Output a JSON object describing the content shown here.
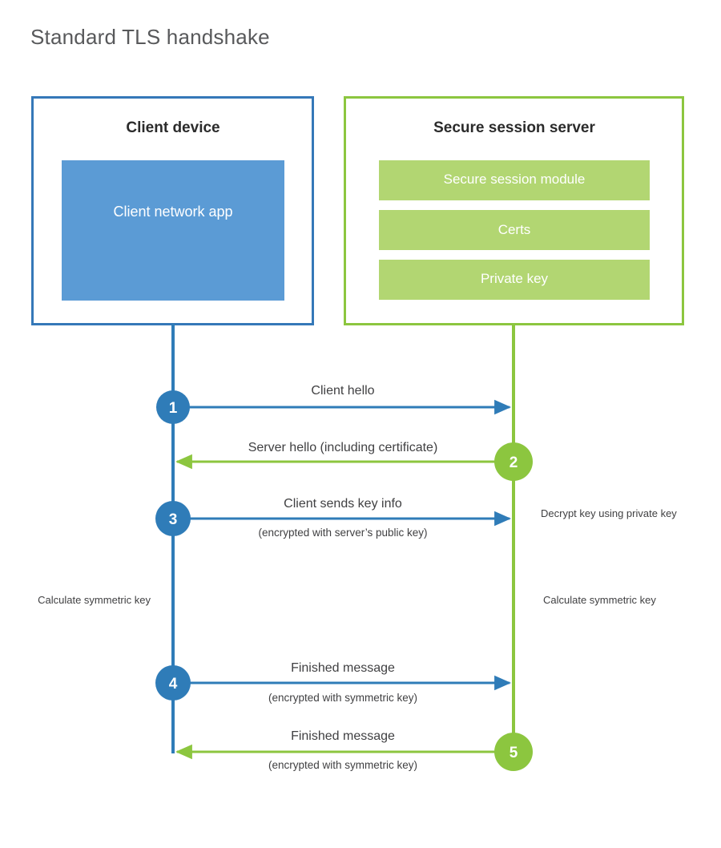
{
  "title": "Standard TLS handshake",
  "colors": {
    "client_border": "#3578b8",
    "client_fill": "#5b9bd5",
    "client_line": "#2f7cb8",
    "server_border": "#8cc63f",
    "server_fill": "#b2d672",
    "server_line": "#8cc63f",
    "text": "#404042",
    "title_text": "#58595b",
    "background": "#ffffff"
  },
  "client_panel": {
    "title": "Client device",
    "app_label": "Client network\napp"
  },
  "server_panel": {
    "title": "Secure session server",
    "items": [
      {
        "label": "Secure session module"
      },
      {
        "label": "Certs"
      },
      {
        "label": "Private key"
      }
    ]
  },
  "steps": [
    {
      "number": "1",
      "direction": "client-to-server",
      "actor": "client",
      "main": "Client hello",
      "sub": ""
    },
    {
      "number": "2",
      "direction": "server-to-client",
      "actor": "server",
      "main": "Server hello (including certificate)",
      "sub": ""
    },
    {
      "number": "3",
      "direction": "client-to-server",
      "actor": "client",
      "main": "Client sends key info",
      "sub": "(encrypted with server’s public key)"
    },
    {
      "number": "4",
      "direction": "client-to-server",
      "actor": "client",
      "main": "Finished message",
      "sub": "(encrypted with symmetric key)"
    },
    {
      "number": "5",
      "direction": "server-to-client",
      "actor": "server",
      "main": "Finished message",
      "sub": "(encrypted with symmetric key)"
    }
  ],
  "annotations": {
    "server_decrypt": "Decrypt key using\nprivate key",
    "client_calculate": "Calculate\nsymmetric key",
    "server_calculate": "Calculate\nsymmetric key"
  }
}
